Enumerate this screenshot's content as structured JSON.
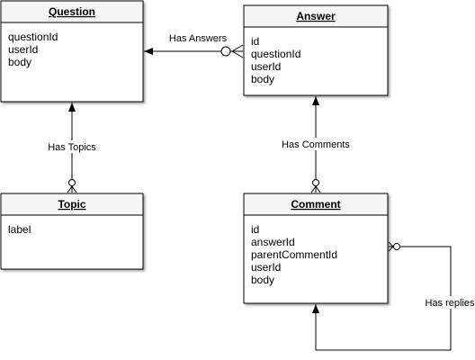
{
  "entities": {
    "question": {
      "title": "Question",
      "fields": [
        "questionId",
        "userId",
        "body"
      ]
    },
    "answer": {
      "title": "Answer",
      "fields": [
        "id",
        "questionId",
        "userId",
        "body"
      ]
    },
    "topic": {
      "title": "Topic",
      "fields": [
        "label"
      ]
    },
    "comment": {
      "title": "Comment",
      "fields": [
        "id",
        "answerId",
        "parentCommentId",
        "userId",
        "body"
      ]
    }
  },
  "relations": {
    "has_answers": "Has Answers",
    "has_topics": "Has Topics",
    "has_comments": "Has Comments",
    "has_replies": "Has replies"
  }
}
